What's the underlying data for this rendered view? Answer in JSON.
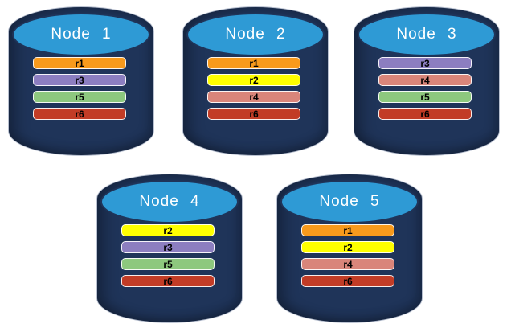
{
  "theme": {
    "cylinder_body_color": "#1F3459",
    "cylinder_top_color": "#2E9AD5",
    "title_text_color": "#FFFFFF",
    "bar_text_color": "#000000"
  },
  "partition_colors": {
    "r1": "#F89A1C",
    "r2": "#FFFF00",
    "r3": "#8C7EC0",
    "r4": "#D9857A",
    "r5": "#8DC87E",
    "r6": "#C23C26"
  },
  "nodes": [
    {
      "name": "Node 1",
      "partitions": [
        "r1",
        "r3",
        "r5",
        "r6"
      ]
    },
    {
      "name": "Node 2",
      "partitions": [
        "r1",
        "r2",
        "r4",
        "r6"
      ]
    },
    {
      "name": "Node 3",
      "partitions": [
        "r3",
        "r4",
        "r5",
        "r6"
      ]
    },
    {
      "name": "Node 4",
      "partitions": [
        "r2",
        "r3",
        "r5",
        "r6"
      ]
    },
    {
      "name": "Node 5",
      "partitions": [
        "r1",
        "r2",
        "r4",
        "r6"
      ]
    }
  ]
}
